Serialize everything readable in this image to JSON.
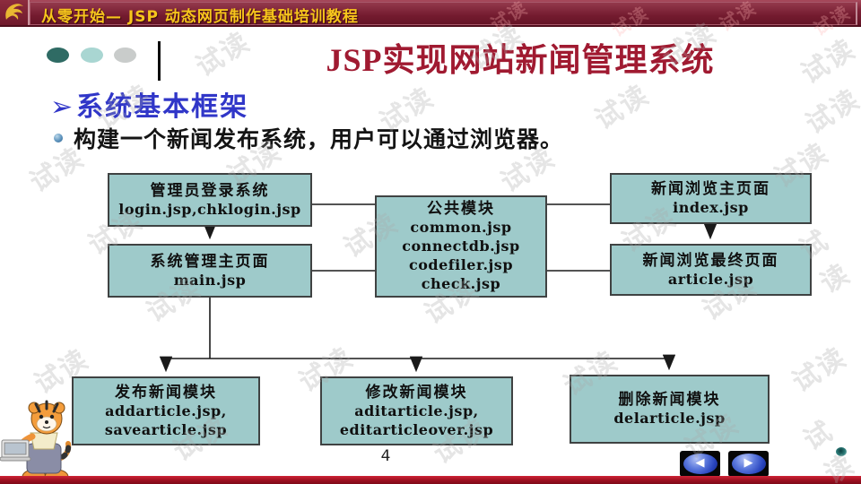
{
  "header": {
    "course_title": "从零开始— JSP 动态网页制作基础培训教程",
    "logo": "gold-dragon-emblem"
  },
  "slide": {
    "title": "JSP实现网站新闻管理系统",
    "section_heading_glyph": "➢",
    "section_heading": "系统基本框架",
    "bullet_text": "构建一个新闻发布系统，用户可以通过浏览器。",
    "page_number": "4"
  },
  "watermark": {
    "text": "试读"
  },
  "nav": {
    "back_glyph": "◀",
    "forward_glyph": "▶"
  },
  "diagram": {
    "boxes": [
      {
        "id": "login",
        "title": "管理员登录系统",
        "lines": [
          "login.jsp,chklogin.jsp"
        ]
      },
      {
        "id": "main",
        "title": "系统管理主页面",
        "lines": [
          "main.jsp"
        ]
      },
      {
        "id": "common",
        "title": "公共模块",
        "lines": [
          "common.jsp",
          "connectdb.jsp",
          "codefiler.jsp",
          "check.jsp"
        ]
      },
      {
        "id": "index",
        "title": "新闻浏览主页面",
        "lines": [
          "index.jsp"
        ]
      },
      {
        "id": "article",
        "title": "新闻浏览最终页面",
        "lines": [
          "article.jsp"
        ]
      },
      {
        "id": "add",
        "title": "发布新闻模块",
        "lines": [
          "addarticle.jsp,",
          "savearticle.jsp"
        ]
      },
      {
        "id": "edit",
        "title": "修改新闻模块",
        "lines": [
          "aditarticle.jsp,",
          "editarticleover.jsp"
        ]
      },
      {
        "id": "delete",
        "title": "删除新闻模块",
        "lines": [
          "delarticle.jsp"
        ]
      }
    ]
  },
  "colors": {
    "top_bar_red": "#7e2136",
    "bottom_bar_red": "#9c0f20",
    "title_red": "#a01a31",
    "heading_blue": "#3036c8",
    "box_fill": "#9ecaca",
    "box_border": "#3f4242",
    "accent_gold": "#f6c51c"
  }
}
